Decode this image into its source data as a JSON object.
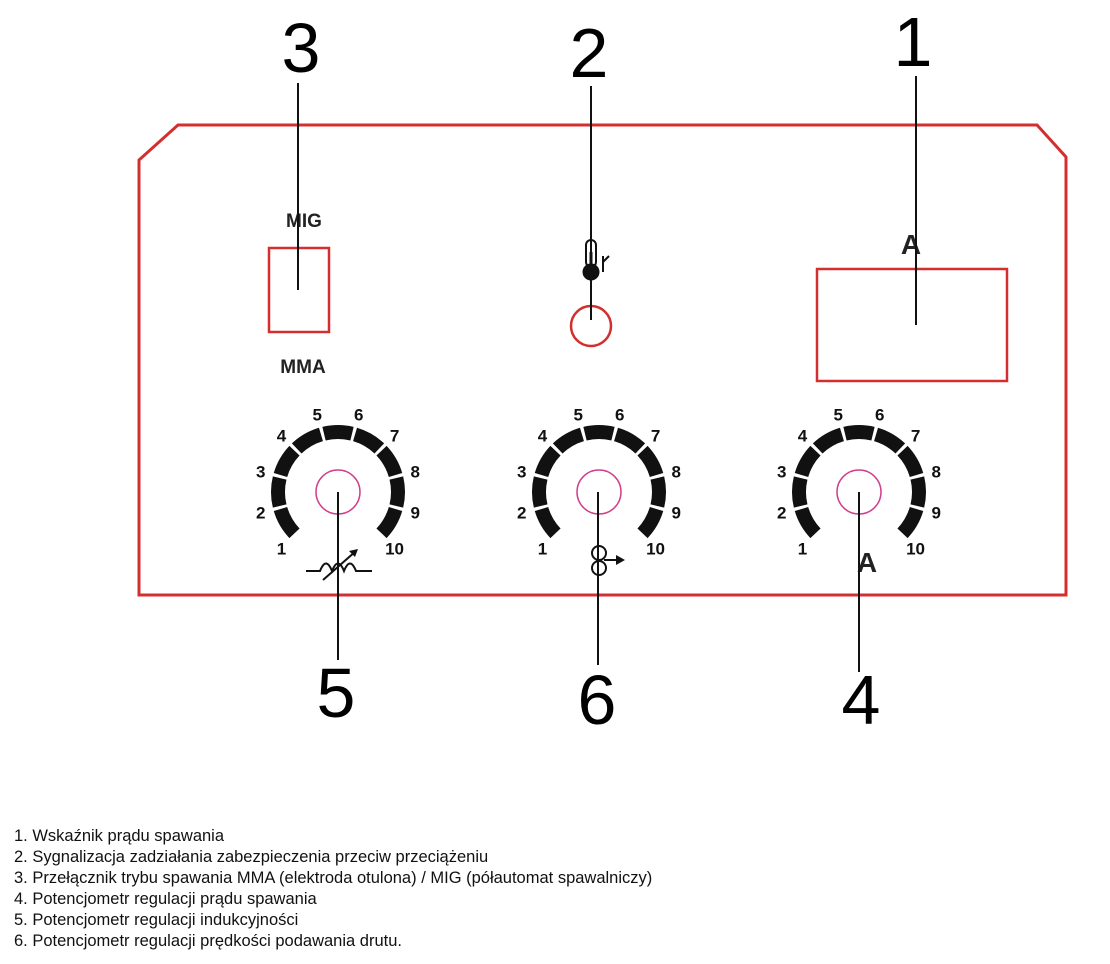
{
  "callouts": {
    "c1": "1",
    "c2": "2",
    "c3": "3",
    "c4": "4",
    "c5": "5",
    "c6": "6"
  },
  "switch": {
    "top_label": "MIG",
    "bottom_label": "MMA"
  },
  "display": {
    "unit_label": "A"
  },
  "knobs": {
    "inductance": {
      "ticks": [
        "1",
        "2",
        "3",
        "4",
        "5",
        "6",
        "7",
        "8",
        "9",
        "10"
      ],
      "symbol": "inductance-icon"
    },
    "wire_speed": {
      "ticks": [
        "1",
        "2",
        "3",
        "4",
        "5",
        "6",
        "7",
        "8",
        "9",
        "10"
      ],
      "symbol": "wire-feed-icon"
    },
    "current": {
      "ticks": [
        "1",
        "2",
        "3",
        "4",
        "5",
        "6",
        "7",
        "8",
        "9",
        "10"
      ],
      "unit_label": "A"
    }
  },
  "overheat_icon": "thermometer-icon",
  "colors": {
    "panel": "#d32f2f",
    "knob_center": "#d0408c",
    "ink": "#111111"
  },
  "legend": [
    "1. Wskaźnik prądu spawania",
    "2. Sygnalizacja zadziałania zabezpieczenia przeciw przeciążeniu",
    "3. Przełącznik trybu spawania MMA (elektroda otulona) / MIG (półautomat spawalniczy)",
    "4. Potencjometr regulacji prądu spawania",
    "5. Potencjometr regulacji indukcyjności",
    "6. Potencjometr regulacji prędkości podawania drutu."
  ]
}
